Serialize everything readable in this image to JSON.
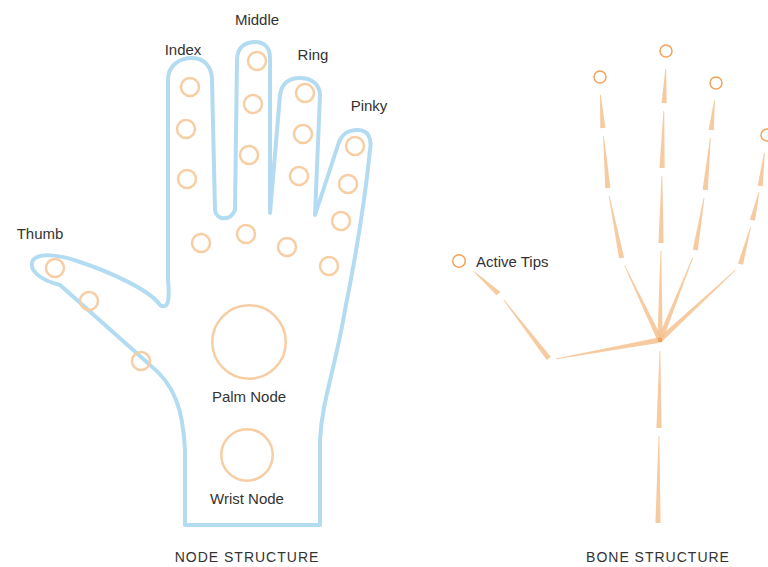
{
  "diagram": {
    "nodes": [
      {
        "text": [
          "Palm Node"
        ]
      },
      {
        "text": [
          "Wrist Node"
        ]
      },
      {
        "text": [
          "Active Tips"
        ]
      }
    ],
    "labels": [
      "Index",
      "Middle",
      "Ring",
      "Pinky",
      "Thumb",
      "NODE STRUCTURE",
      "BONE STRUCTURE"
    ]
  }
}
